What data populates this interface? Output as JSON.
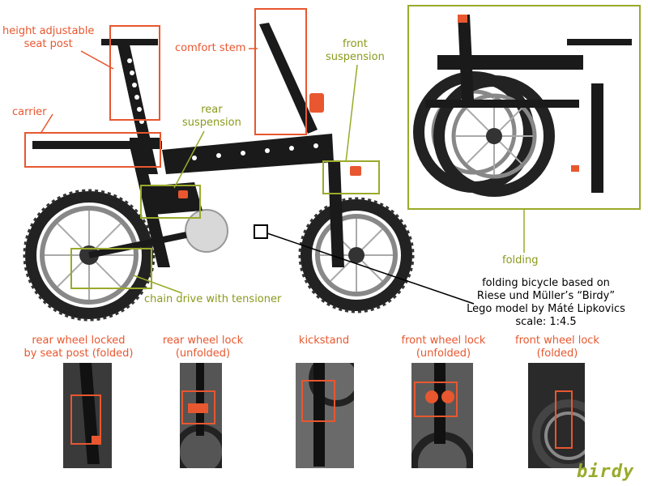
{
  "labels": {
    "seat_post": [
      "height adjustable",
      "seat post"
    ],
    "comfort_stem": "comfort stem",
    "carrier": "carrier",
    "rear_suspension": [
      "rear",
      "suspension"
    ],
    "front_suspension": [
      "front",
      "suspension"
    ],
    "chain_drive": "chain drive with tensioner",
    "folding": "folding"
  },
  "description": [
    "folding bicycle based on",
    "Riese und Müller’s “Birdy”",
    "Lego model by Máté Lipkovics",
    "scale: 1:4.5"
  ],
  "details": [
    {
      "label": [
        "rear wheel locked",
        "by seat post (folded)"
      ]
    },
    {
      "label": [
        "rear wheel lock",
        "(unfolded)"
      ]
    },
    {
      "label": [
        "kickstand"
      ]
    },
    {
      "label": [
        "front wheel lock",
        "(unfolded)"
      ]
    },
    {
      "label": [
        "front wheel lock",
        "(folded)"
      ]
    }
  ],
  "logo": "birdy",
  "colors": {
    "part_label": "#e8572f",
    "mechanism_label": "#8a9a1c",
    "text": "#000000"
  }
}
